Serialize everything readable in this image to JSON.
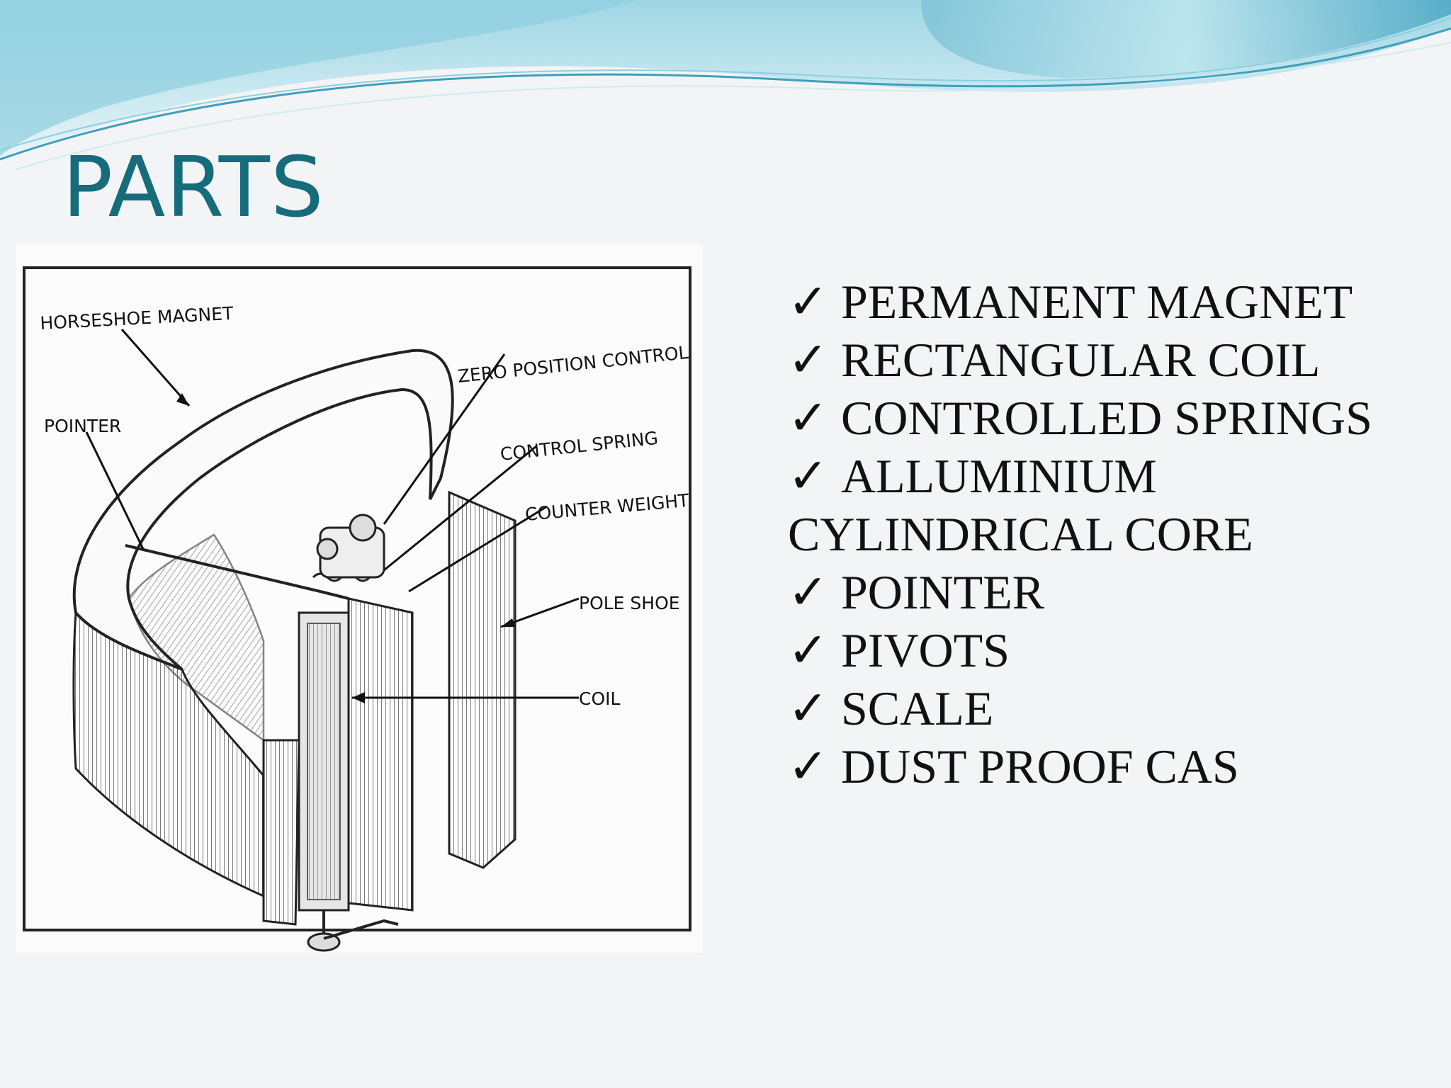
{
  "slide": {
    "title": "PARTS",
    "colors": {
      "title": "#176c7c",
      "wave_light": "#bfe6ee",
      "wave_dark": "#4aa7c4",
      "background": "#f3f4f6"
    }
  },
  "diagram": {
    "labels": {
      "horseshoe_magnet": "HORSESHOE MAGNET",
      "zero_position_control": "ZERO POSITION CONTROL",
      "pointer": "POINTER",
      "control_spring": "CONTROL SPRING",
      "counter_weight": "COUNTER WEIGHT",
      "pole_shoe": "POLE SHOE",
      "coil": "COIL"
    }
  },
  "parts": {
    "check_icon": "check-icon",
    "items": [
      "PERMANENT MAGNET",
      "RECTANGULAR COIL",
      "CONTROLLED SPRINGS",
      "ALLUMINIUM CYLINDRICAL CORE",
      "POINTER",
      "PIVOTS",
      "SCALE",
      "DUST PROOF CAS"
    ]
  }
}
